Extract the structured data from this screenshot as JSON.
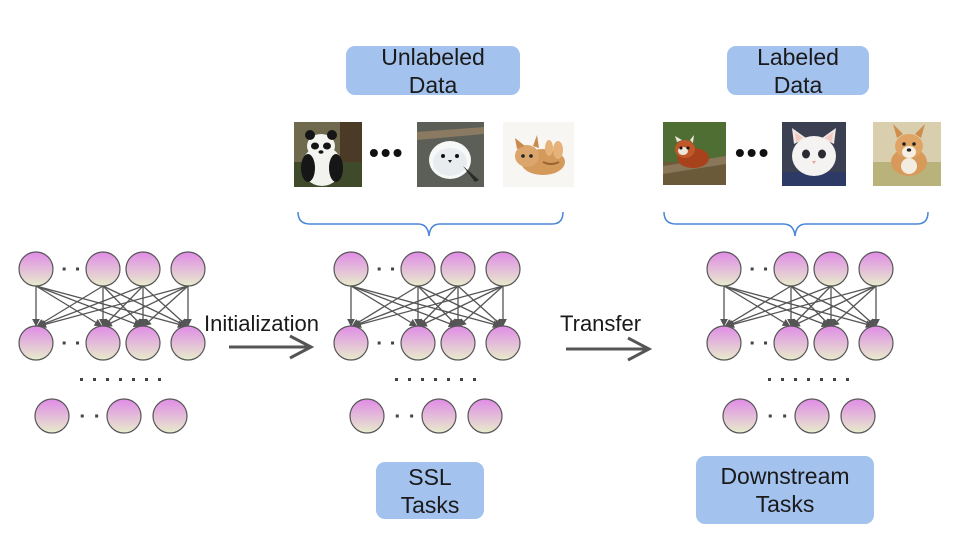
{
  "labels": {
    "unlabeled": [
      "Unlabeled",
      "Data"
    ],
    "labeled": [
      "Labeled",
      "Data"
    ],
    "ssl": [
      "SSL",
      "Tasks"
    ],
    "downstream": [
      "Downstream",
      "Tasks"
    ]
  },
  "arrows": {
    "initialization": "Initialization",
    "transfer": "Transfer"
  },
  "image_ellipsis": "•••",
  "colors": {
    "box_fill": "#a4c2ee",
    "node_top": "#e08ce6",
    "node_bottom": "#e7eccc",
    "node_stroke": "#555555",
    "arrow": "#555555",
    "brace": "#4a86d6"
  },
  "images": {
    "unlabeled": [
      "panda",
      "white-bird",
      "kitten"
    ],
    "labeled": [
      "red-panda",
      "white-kitten",
      "corgi"
    ]
  }
}
